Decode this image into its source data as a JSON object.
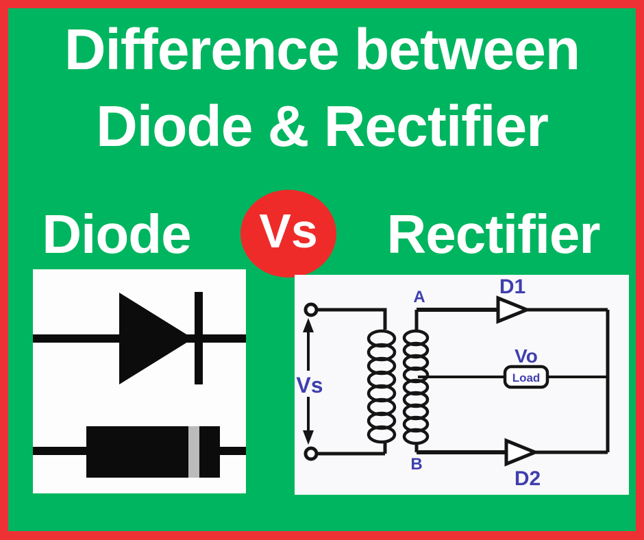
{
  "page": {
    "border_color": "#ee3134",
    "background_color": "#00b55f"
  },
  "header": {
    "title_line1": "Difference between",
    "title_line2": "Diode & Rectifier",
    "text_color": "#ffffff"
  },
  "comparison_row": {
    "left_label": "Diode",
    "vs_badge": "Vs",
    "right_label": "Rectifier",
    "badge_color": "#ee2b29",
    "badge_text_color": "#ffffff"
  },
  "diode_panel": {
    "icons": {
      "schematic": "diode-schematic-symbol-icon",
      "package": "diode-physical-package-icon"
    },
    "symbol_color": "#0c0c0c",
    "band_color": "#bbbbbb",
    "panel_background": "#fdfdfd"
  },
  "rectifier_panel": {
    "labels": {
      "source_voltage": "Vs",
      "tap_top": "A",
      "tap_bottom": "B",
      "diode1": "D1",
      "diode2": "D2",
      "output_voltage": "Vo",
      "load": "Load"
    },
    "label_color": "#3f3fae",
    "wire_color": "#151515",
    "panel_background": "#f9f9fb"
  }
}
